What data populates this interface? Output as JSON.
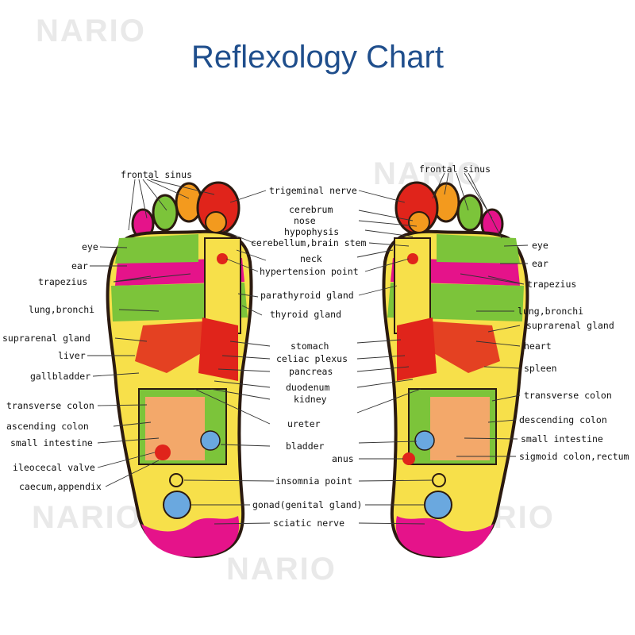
{
  "title": "Reflexology Chart",
  "watermark": "NARIO",
  "colors": {
    "title": "#1f4e8c",
    "outline": "#2b1a10",
    "sole": "#f7e04a",
    "heel": "#e8007a",
    "green": "#7cc43a",
    "magenta": "#e5138a",
    "orange": "#f39a1e",
    "red": "#e0241b",
    "blue": "#6aa8df"
  },
  "left_labels": [
    "frontal sinus",
    "eye",
    "ear",
    "trapezius",
    "lung,bronchi",
    "suprarenal gland",
    "liver",
    "gallbladder",
    "transverse colon",
    "ascending colon",
    "small intestine",
    "ileocecal valve",
    "caecum,appendix"
  ],
  "center_labels": [
    "trigeminal nerve",
    "cerebrum",
    "nose",
    "hypophysis",
    "cerebellum,brain stem",
    "neck",
    "hypertension point",
    "parathyroid gland",
    "thyroid gland",
    "stomach",
    "celiac plexus",
    "pancreas",
    "duodenum",
    "kidney",
    "ureter",
    "bladder",
    "anus",
    "insomnia point",
    "gonad(genital gland)",
    "sciatic nerve"
  ],
  "right_labels": [
    "frontal sinus",
    "eye",
    "ear",
    "trapezius",
    "lung,bronchi",
    "suprarenal gland",
    "heart",
    "spleen",
    "transverse colon",
    "descending colon",
    "small intestine",
    "sigmoid colon,rectum"
  ]
}
